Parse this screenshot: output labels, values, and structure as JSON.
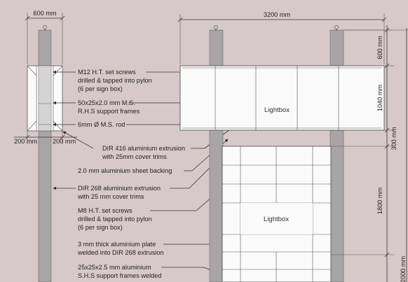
{
  "dimensions": {
    "left_width": "600 mm",
    "left_offset_a": "200 mm",
    "left_offset_b": "200 mm",
    "right_width": "3200 mm",
    "height_top": "600 mm",
    "height_lightbox": "1040 mm",
    "height_gap": "300 mm",
    "height_lower": "1800 mm",
    "height_bottom": "2000 mm"
  },
  "lightbox_labels": [
    "Lightbox",
    "Lightbox"
  ],
  "annotations": [
    [
      "M12 H.T. set screws",
      "drilled & tapped into pylon",
      "(6 per sign box)"
    ],
    [
      "50x25x2.0 mm M.S.",
      "R.H.S support frames"
    ],
    [
      "6mm Ø M.S. rod"
    ],
    [
      "DIR 416 aluminium extrusion",
      "with 25mm cover trims"
    ],
    [
      "2.0 mm aluminium sheet backing"
    ],
    [
      "DIR 268 aluminium extrusion",
      "with 25 mm cover trims"
    ],
    [
      "M8 H.T. set screws",
      "drilled & tapped into pylon",
      "(6 per sign box)"
    ],
    [
      "3 mm thick aluminium plate",
      "welded into DIR 268 extrusion"
    ],
    [
      "25x25x2.5 mm aluminium",
      "S.H.S support frames welded"
    ]
  ],
  "colors": {
    "background": "#d7c9c9",
    "pylon": "#a9a5a6",
    "panel": "#fafafa",
    "ink": "#333333"
  }
}
